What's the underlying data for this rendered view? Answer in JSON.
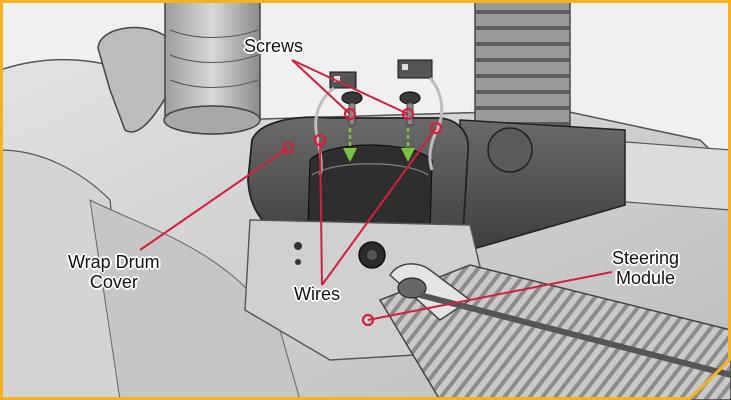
{
  "colors": {
    "frame": "#f5b120",
    "callout_line": "#d0223b",
    "arrow": "#7cc241",
    "part_dark": "#4a4a4a",
    "part_mid": "#9a9a9a",
    "part_light": "#cfcfcf"
  },
  "labels": {
    "screws": "Screws",
    "wrap_drum_cover": [
      "Wrap Drum",
      "Cover"
    ],
    "wires": "Wires",
    "steering_module": [
      "Steering",
      "Module"
    ]
  }
}
